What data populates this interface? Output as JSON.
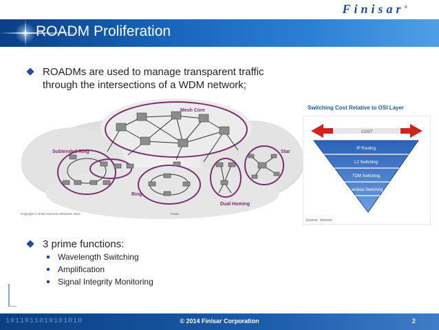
{
  "brand": {
    "logo_text": "Finisar"
  },
  "title": "ROADM Proliferation",
  "bullet1": "ROADMs are used to manage transparent traffic through the intersections of a WDM network;",
  "bullet2": "3 prime functions:",
  "functions": [
    "Wavelength Switching",
    "Amplification",
    "Signal Integrity Monitoring"
  ],
  "network_diagram": {
    "labels": {
      "mesh_core": "Mesh Core",
      "subtended_ring": "Subtended Ring",
      "ring": "Ring",
      "star": "Star",
      "dual_homing": "Dual Homing"
    },
    "copyright": "Copyright © Nokia Siemens Networks 2012",
    "public": "Public"
  },
  "cost_chart": {
    "caption": "Switching Cost Relative to OSI Layer",
    "cost_label": "COST",
    "layers": [
      "IP Routing",
      "L2 Switching",
      "TDM Switching",
      "Lambda Switching"
    ],
    "source": "Source: Verizon"
  },
  "footer": {
    "copyright": "© 2014 Finisar Corporation",
    "page": "2",
    "bits": "1011011010101010"
  },
  "colors": {
    "title_bar": "#1662b8",
    "accent": "#1f4e9a",
    "ring_purple": "#7b2d6e",
    "arrow_red": "#d0231f"
  }
}
